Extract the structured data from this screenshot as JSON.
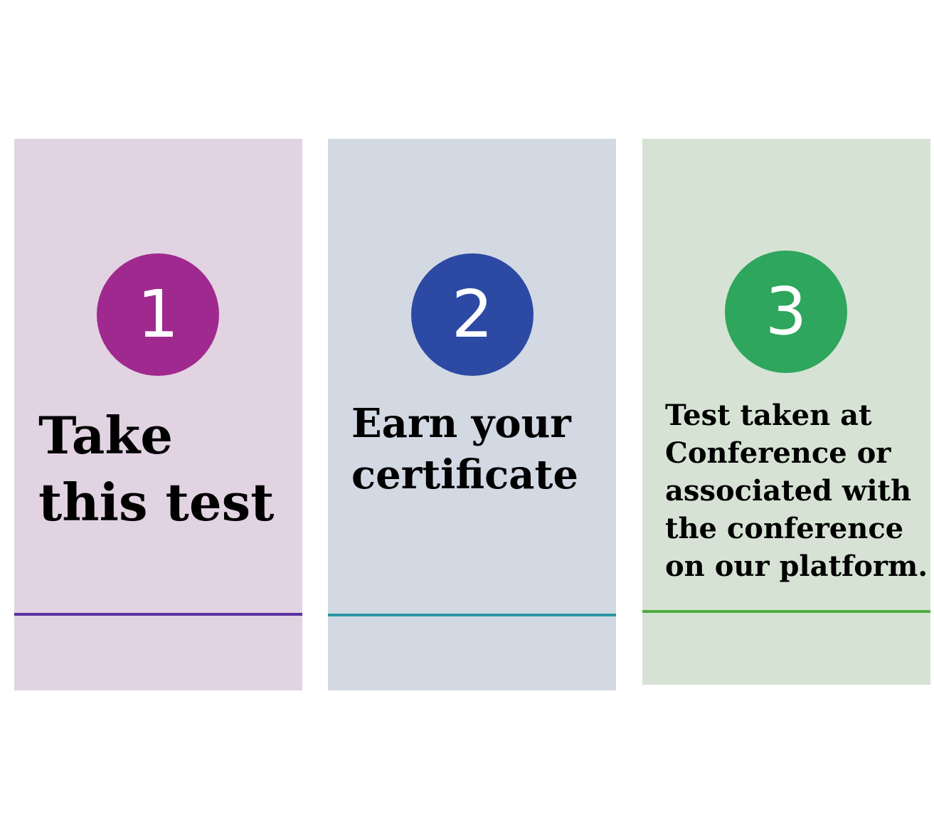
{
  "steps": [
    {
      "number": "1",
      "text": "Take this test",
      "card_color": "#e1d3e1",
      "badge_color": "#a0298f",
      "divider_color": "#5c32a0"
    },
    {
      "number": "2",
      "text": "Earn your certificate",
      "card_color": "#d2d9e3",
      "badge_color": "#2c4aa3",
      "divider_color": "#2c97a2"
    },
    {
      "number": "3",
      "text": "Test taken at Conference or associated with the conference on our platform.",
      "card_color": "#d6e3d4",
      "badge_color": "#2ea65d",
      "divider_color": "#4fad3e"
    }
  ]
}
